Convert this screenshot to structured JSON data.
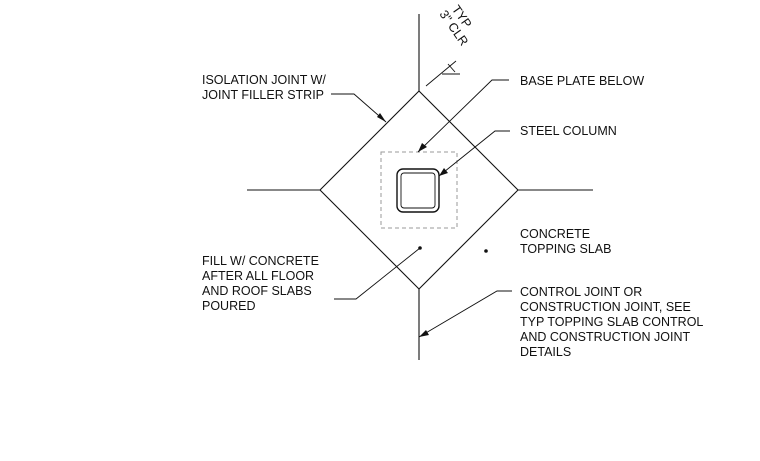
{
  "detail": {
    "clearance_note": {
      "line1": "3\" CLR",
      "line2": "TYP"
    },
    "labels": {
      "isolation_joint": [
        "ISOLATION JOINT W/",
        "JOINT FILLER STRIP"
      ],
      "base_plate": [
        "BASE PLATE BELOW"
      ],
      "steel_column": [
        "STEEL COLUMN"
      ],
      "topping_slab": [
        "CONCRETE",
        "TOPPING SLAB"
      ],
      "fill_concrete": [
        "FILL W/ CONCRETE",
        "AFTER ALL FLOOR",
        "AND ROOF SLABS",
        "POURED"
      ],
      "control_joint": [
        "CONTROL JOINT OR",
        "CONSTRUCTION JOINT, SEE",
        "TYP TOPPING SLAB CONTROL",
        "AND CONSTRUCTION JOINT",
        "DETAILS"
      ]
    }
  }
}
